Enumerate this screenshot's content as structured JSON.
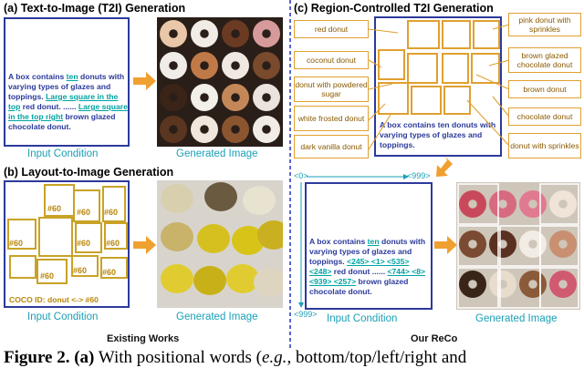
{
  "panel_a": {
    "title": "(a) Text-to-Image (T2I) Generation",
    "prompt_pre": "A box contains ",
    "prompt_hl1": "ten",
    "prompt_mid1": " donuts with varying types of glazes and toppings. ",
    "prompt_hl2": "Large square in the top",
    "prompt_mid2": " red donut. ...... ",
    "prompt_hl3": "Large square in the top right",
    "prompt_post": " brown glazed chocolate donut.",
    "input_caption": "Input Condition",
    "output_caption": "Generated Image"
  },
  "panel_b": {
    "title": "(b) Layout-to-Image Generation",
    "box_label": "#60",
    "coco": "COCO ID: donut <-> #60",
    "input_caption": "Input Condition",
    "output_caption": "Generated Image",
    "footer": "Existing Works"
  },
  "panel_c": {
    "title": "(c) Region-Controlled T2I Generation",
    "labels_left": [
      "red donut",
      "coconut donut",
      "donut with powdered sugar",
      "white frosted donut",
      "dark vanilla donut"
    ],
    "labels_right": [
      "pink donut with sprinkles",
      "brown glazed chocolate donut",
      "brown donut",
      "chocolate donut",
      "donut with sprinkles"
    ],
    "prompt_pre": "A box contains ten donuts with varying types of glazes and toppings.",
    "tok_0": "<0>",
    "tok_999": "<999>",
    "tok_999b": "<999>",
    "prompt2_pre": "A box contains ",
    "prompt2_hl1": "ten",
    "prompt2_mid1": " donuts with varying types of glazes and toppings. ",
    "prompt2_hl2": "<245> <1> <535> <248>",
    "prompt2_mid2": " red donut ...... ",
    "prompt2_hl3": "<744> <8> <939> <257>",
    "prompt2_post": " brown glazed chocolate donut.",
    "input_caption": "Input Condition",
    "output_caption": "Generated Image",
    "footer": "Our ReCo"
  },
  "figure_caption": {
    "label": "Figure 2.",
    "bold_part": " (a)",
    "text": " With positional words (",
    "italic": "e.g.",
    "rest": ", bottom/top/left/right and"
  },
  "colors": {
    "border_blue": "#2b3a9c",
    "orange": "#e0a030",
    "teal": "#1a9fb5",
    "divider": "#3040c0"
  }
}
